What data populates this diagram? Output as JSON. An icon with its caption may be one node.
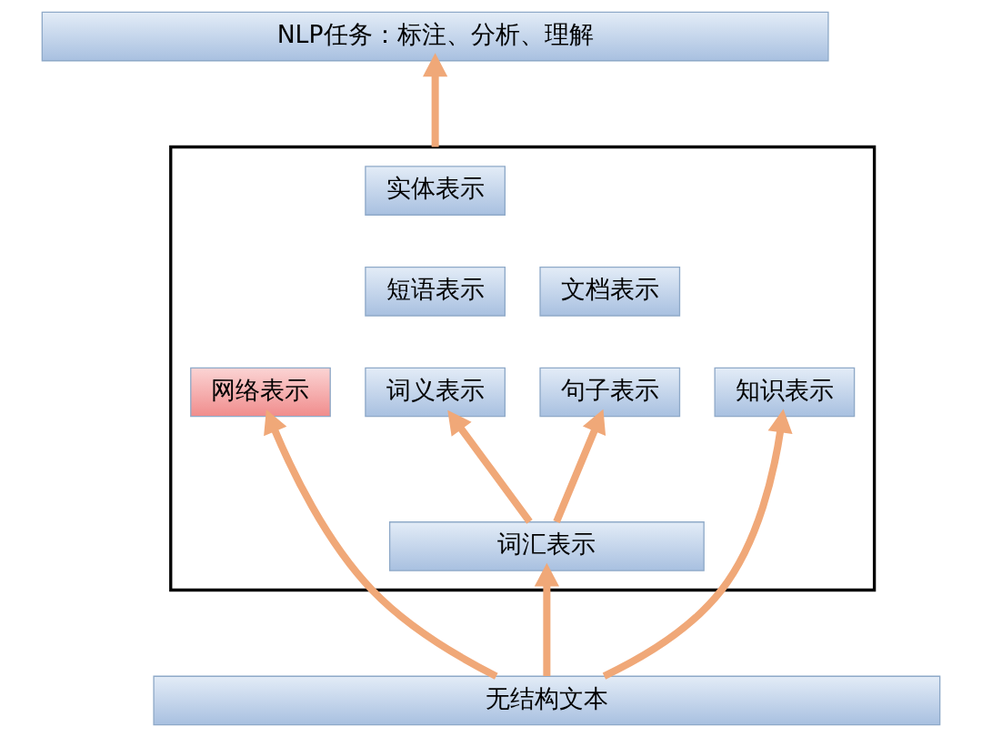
{
  "diagram": {
    "nodes": [
      {
        "text": [
          "NLP任务：标注、分析、理解"
        ]
      },
      {
        "text": [],
        "shape": "box"
      },
      {
        "text": [
          "实体表示"
        ],
        "in": 1
      },
      {
        "text": [
          "短语表示"
        ],
        "in": 1
      },
      {
        "text": [
          "文档表示"
        ],
        "in": 1
      },
      {
        "text": [
          "词义表示"
        ],
        "in": 1
      },
      {
        "text": [
          "句子表示"
        ],
        "in": 1
      },
      {
        "text": [
          "网络表示"
        ],
        "in": 1
      },
      {
        "text": [
          "知识表示"
        ],
        "in": 1
      },
      {
        "text": [
          "词汇表示"
        ],
        "in": 1
      },
      {
        "text": [
          "无结构文本"
        ]
      }
    ],
    "edges": [
      {
        "from": 1,
        "to": 0,
        "arrow": "to"
      },
      {
        "from": 9,
        "to": 5,
        "arrow": "to"
      },
      {
        "from": 9,
        "to": 6,
        "arrow": "to"
      },
      {
        "from": 10,
        "to": 9,
        "arrow": "to"
      },
      {
        "from": 10,
        "to": 7,
        "arrow": "to"
      },
      {
        "from": 10,
        "to": 8,
        "arrow": "to"
      }
    ]
  }
}
